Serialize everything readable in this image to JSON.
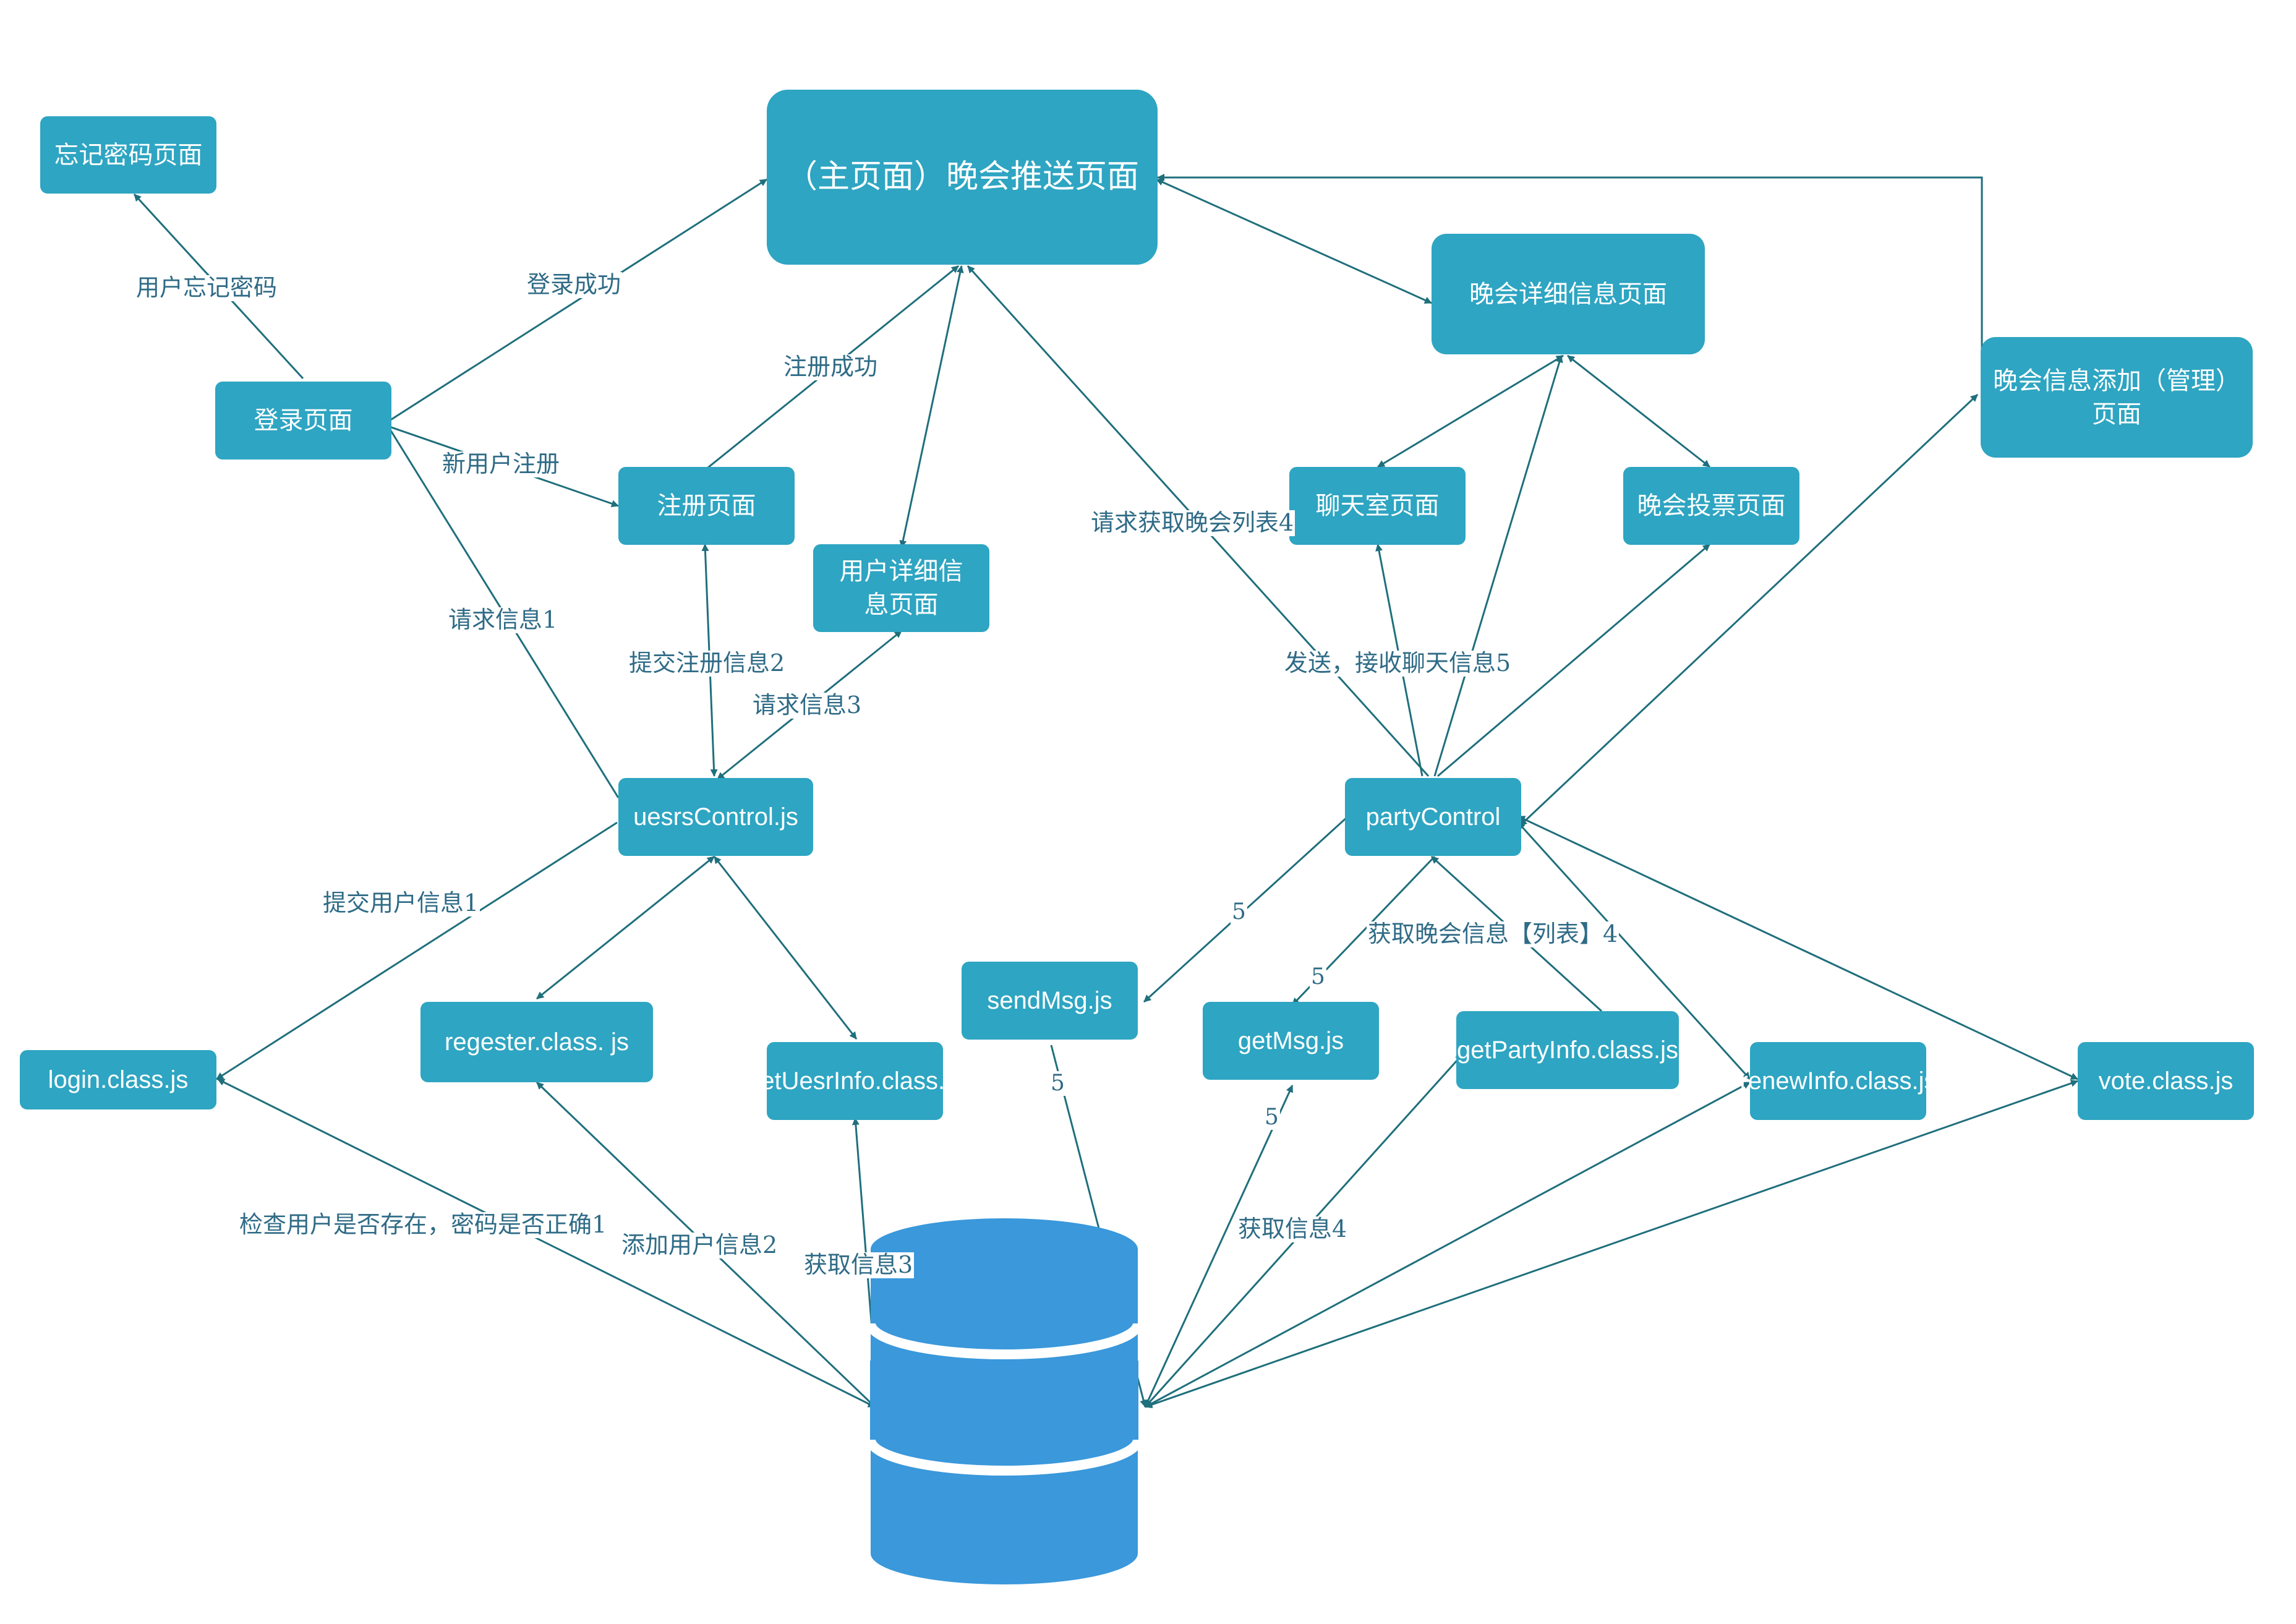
{
  "nodes": {
    "forgot_page": "忘记密码页面",
    "main_page": "（主页面）晚会推送页面",
    "party_detail_page": "晚会详细信息页面",
    "party_add_page": "晚会信息添加（管理）页面",
    "login_page": "登录页面",
    "register_page": "注册页面",
    "user_detail_page": "用户详细信息页面",
    "chatroom_page": "聊天室页面",
    "vote_page": "晚会投票页面",
    "users_control": "uesrsControl.js",
    "party_control": "partyControl",
    "login_class": "login.class.js",
    "regester_class": "regester.class. js",
    "getuserinfo_class": "getUesrInfo.class.js",
    "sendmsg": "sendMsg.js",
    "getmsg": "getMsg.js",
    "getpartyinfo_class": "getPartyInfo.class.js",
    "renewinfo_class": "renewInfo.class.js",
    "vote_class": "vote.class.js"
  },
  "edge_labels": {
    "forgot_password": "用户忘记密码",
    "login_success": "登录成功",
    "register_success": "注册成功",
    "new_user_register": "新用户注册",
    "request_info_1": "请求信息1",
    "submit_register_2": "提交注册信息2",
    "request_info_3": "请求信息3",
    "request_party_list_4": "请求获取晚会列表4",
    "send_receive_chat_5": "发送，接收聊天信息5",
    "submit_user_info_1": "提交用户信息1",
    "get_party_info_list_4": "获取晚会信息【列表】4",
    "five_a": "5",
    "five_b": "5",
    "five_c": "5",
    "five_d": "5",
    "check_user_1": "检查用户是否存在，密码是否正确1",
    "add_user_2": "添加用户信息2",
    "get_info_3": "获取信息3",
    "get_info_4": "获取信息4"
  },
  "colors": {
    "node_fill": "#2ea5c2",
    "node_text": "#ffffff",
    "edge": "#1f6f7c",
    "label_text": "#2f6b86",
    "database": "#3a98db"
  },
  "icons": {
    "database": "database-cylinder-icon"
  }
}
